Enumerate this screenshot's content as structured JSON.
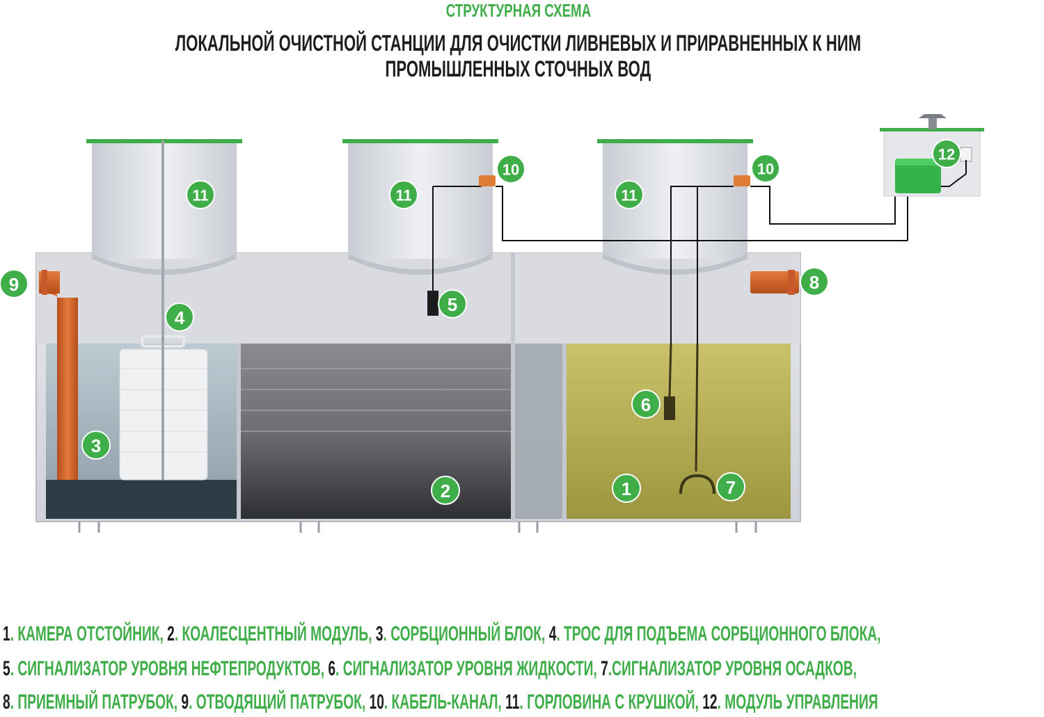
{
  "header": {
    "title": "СТРУКТУРНАЯ СХЕМА",
    "subtitle": "ЛОКАЛЬНОЙ ОЧИСТНОЙ СТАНЦИИ ДЛЯ ОЧИСТКИ ЛИВНЕВЫХ И ПРИРАВНЕННЫХ К НИМ ПРОМЫШЛЕННЫХ СТОЧНЫХ ВОД"
  },
  "colors": {
    "accent_green": "#3fae49",
    "pipe_orange": "#d9662a",
    "tank_grey": "#dcdee3",
    "dark_text": "#1e1e1e"
  },
  "badges": [
    "1",
    "2",
    "3",
    "4",
    "5",
    "6",
    "7",
    "8",
    "9",
    "10",
    "10",
    "11",
    "11",
    "11",
    "12"
  ],
  "legend": {
    "lines": [
      [
        {
          "n": "1",
          "t": ". КАМЕРА ОТСТОЙНИК, "
        },
        {
          "n": "2",
          "t": ". КОАЛЕСЦЕНТНЫЙ МОДУЛЬ, "
        },
        {
          "n": "3",
          "t": ". СОРБЦИОННЫЙ БЛОК, "
        },
        {
          "n": "4",
          "t": ". ТРОС ДЛЯ ПОДЪЕМА СОРБЦИОННОГО БЛОКА,"
        }
      ],
      [
        {
          "n": "5",
          "t": ". СИГНАЛИЗАТОР УРОВНЯ НЕФТЕПРОДУКТОВ, "
        },
        {
          "n": "6",
          "t": ". СИГНАЛИЗАТОР УРОВНЯ ЖИДКОСТИ, "
        },
        {
          "n": "7",
          "t": ".СИГНАЛИЗАТОР УРОВНЯ ОСАДКОВ,"
        }
      ],
      [
        {
          "n": "8",
          "t": ". ПРИЕМНЫЙ ПАТРУБОК, "
        },
        {
          "n": "9",
          "t": ". ОТВОДЯЩИЙ ПАТРУБОК, "
        },
        {
          "n": "10",
          "t": ". КАБЕЛЬ-КАНАЛ, "
        },
        {
          "n": "11",
          "t": ". ГОРЛОВИНА С КРУШКОЙ, "
        },
        {
          "n": "12",
          "t": ". МОДУЛЬ УПРАВЛЕНИЯ"
        }
      ]
    ]
  }
}
